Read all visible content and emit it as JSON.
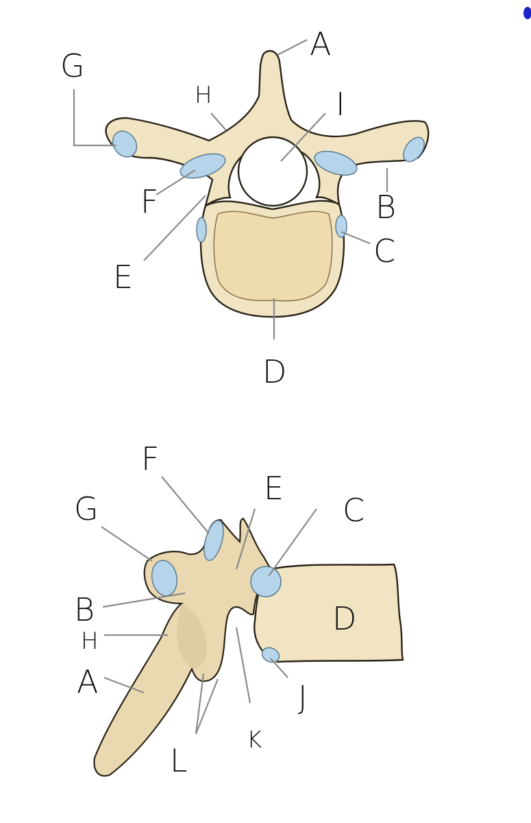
{
  "diagram": {
    "subject": "Vertebra (superior view and lateral view)",
    "colors": {
      "bone": "#f1e4c2",
      "bone_shade": "#ead9b0",
      "articular_facet": "#b7d5ea",
      "outline": "#2a2418",
      "leader_line": "#8a8a8a",
      "label_text": "#111111",
      "corner_dot": "#1c25c9"
    },
    "superior_view": {
      "labels": [
        {
          "id": "A",
          "text": "A"
        },
        {
          "id": "B",
          "text": "B"
        },
        {
          "id": "C",
          "text": "C"
        },
        {
          "id": "D",
          "text": "D"
        },
        {
          "id": "E",
          "text": "E"
        },
        {
          "id": "F",
          "text": "F"
        },
        {
          "id": "G",
          "text": "G"
        },
        {
          "id": "H",
          "text": "H"
        },
        {
          "id": "I",
          "text": "I"
        }
      ]
    },
    "lateral_view": {
      "labels": [
        {
          "id": "A",
          "text": "A"
        },
        {
          "id": "B",
          "text": "B"
        },
        {
          "id": "C",
          "text": "C"
        },
        {
          "id": "D",
          "text": "D"
        },
        {
          "id": "E",
          "text": "E"
        },
        {
          "id": "F",
          "text": "F"
        },
        {
          "id": "G",
          "text": "G"
        },
        {
          "id": "H",
          "text": "H"
        },
        {
          "id": "J",
          "text": "J"
        },
        {
          "id": "K",
          "text": "K"
        },
        {
          "id": "L",
          "text": "L"
        }
      ]
    }
  }
}
